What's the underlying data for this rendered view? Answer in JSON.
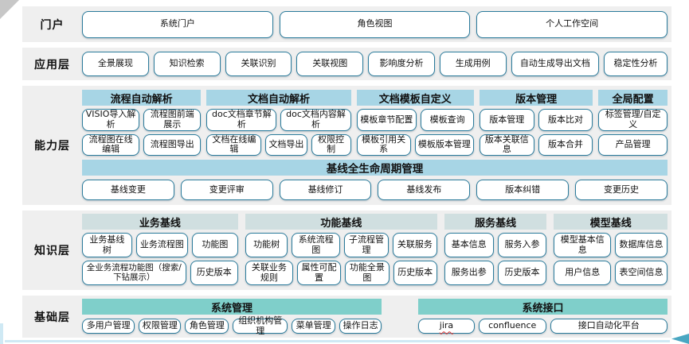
{
  "portal": {
    "label": "门户",
    "items": [
      "系统门户",
      "角色视图",
      "个人工作空间"
    ]
  },
  "app_layer": {
    "label": "应用层",
    "items": [
      "全景展现",
      "知识检索",
      "关联识别",
      "关联视图",
      "影响度分析",
      "生成用例",
      "自动生成导出文档",
      "稳定性分析"
    ]
  },
  "capability_layer": {
    "label": "能力层",
    "groups": [
      {
        "title": "流程自动解析",
        "rows": [
          [
            "VISIO导入解析",
            "流程图前端展示"
          ],
          [
            "流程图在线编辑",
            "流程图导出"
          ]
        ]
      },
      {
        "title": "文档自动解析",
        "rows": [
          [
            "doc文档章节解析",
            "doc文档内容解析"
          ],
          [
            "文档在线编辑",
            "文档导出",
            "权限控制"
          ]
        ]
      },
      {
        "title": "文档模板自定义",
        "rows": [
          [
            "模板章节配置",
            "模板查询"
          ],
          [
            "模板引用关系",
            "模板版本管理"
          ]
        ]
      },
      {
        "title": "版本管理",
        "rows": [
          [
            "版本管理",
            "版本比对"
          ],
          [
            "版本关联信息",
            "版本合并"
          ]
        ]
      },
      {
        "title": "全局配置",
        "rows": [
          [
            "标签管理/自定义"
          ],
          [
            "产品管理"
          ]
        ]
      }
    ],
    "baseline": {
      "title": "基线全生命周期管理",
      "items": [
        "基线变更",
        "变更评审",
        "基线修订",
        "基线发布",
        "版本纠错",
        "变更历史"
      ]
    }
  },
  "knowledge_layer": {
    "label": "知识层",
    "groups": [
      {
        "title": "业务基线",
        "rows": [
          [
            "业务基线树",
            "业务流程图",
            "功能图"
          ],
          [
            "全业务流程功能图（搜索/下钻展示）",
            "历史版本"
          ]
        ]
      },
      {
        "title": "功能基线",
        "rows": [
          [
            "功能树",
            "系统流程图",
            "子流程管理",
            "关联服务"
          ],
          [
            "关联业务规则",
            "属性可配置",
            "功能全景图",
            "历史版本"
          ]
        ]
      },
      {
        "title": "服务基线",
        "rows": [
          [
            "基本信息",
            "服务入参"
          ],
          [
            "服务出参",
            "历史版本"
          ]
        ]
      },
      {
        "title": "模型基线",
        "rows": [
          [
            "模型基本信息",
            "数据库信息"
          ],
          [
            "用户信息",
            "表空间信息"
          ]
        ]
      }
    ]
  },
  "foundation_layer": {
    "label": "基础层",
    "groups": [
      {
        "title": "系统管理",
        "items": [
          "多用户管理",
          "权限管理",
          "角色管理",
          "组织机构管理",
          "菜单管理",
          "操作日志"
        ]
      },
      {
        "title": "系统接口",
        "items": [
          "jira",
          "confluence",
          "接口自动化平台"
        ]
      }
    ]
  },
  "colors": {
    "band_background": "#efefef",
    "node_border": "#2c7c9c",
    "capability_header": "#a7d5e5",
    "knowledge_header": "#d0dfe0",
    "foundation_header": "#7fcfca",
    "bottom_line": "#cfe9f4",
    "arrow": "#4aa7c2",
    "jira_underline": "#e0312e"
  }
}
